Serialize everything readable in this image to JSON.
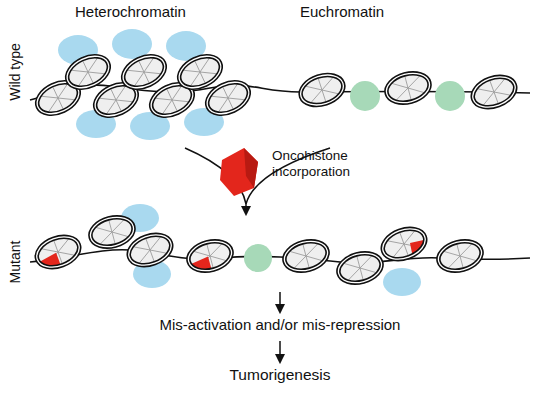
{
  "diagram": {
    "labels": [
      "Heterochromatin",
      "Euchromatin",
      "Wild type",
      "Oncohistone incorporation",
      "Mutant",
      "Mis-activation and/or mis-repression",
      "Tumorigenesis"
    ]
  }
}
